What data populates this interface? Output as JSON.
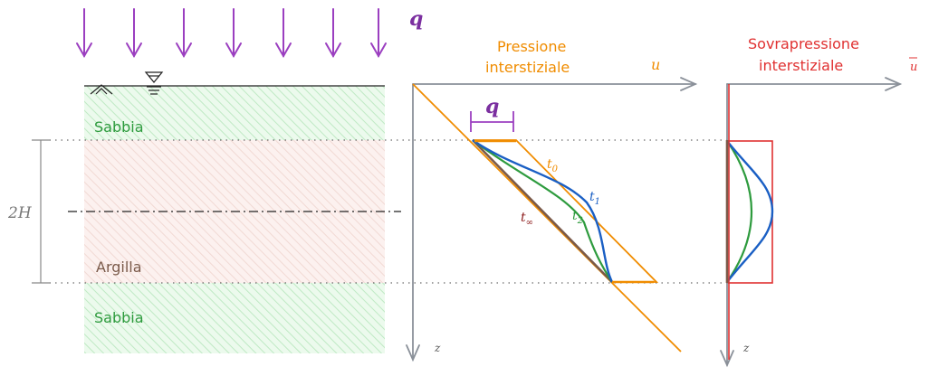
{
  "labels": {
    "load_q": "q",
    "sand_top": "Sabbia",
    "clay": "Argilla",
    "sand_bottom": "Sabbia",
    "thickness": "2H",
    "pore_pressure_title_line1": "Pressione",
    "pore_pressure_title_line2": "interstiziale",
    "u_axis": "u",
    "z_axis_left": "z",
    "bracket_q": "q",
    "t0": "t",
    "t0_sub": "0",
    "t1": "t",
    "t1_sub": "1",
    "t2": "t",
    "t2_sub": "2",
    "tinf": "t",
    "tinf_sub": "∞",
    "excess_title_line1": "Sovrapressione",
    "excess_title_line2": "interstiziale",
    "ubar_axis": "u",
    "z_axis_right": "z"
  },
  "colors": {
    "load_arrow": "#9b3fc0",
    "sand_text": "#2e9b3e",
    "sand_fill": "#c9f0cc",
    "clay_text": "#7a5a4a",
    "clay_fill": "#f2d6d0",
    "axis": "#8a9099",
    "hydrostatic": "#f08c00",
    "t1_curve": "#1a5fc4",
    "t2_curve": "#2e9b3e",
    "tinf_line": "#7a5a4a",
    "excess_box": "#e03131",
    "thickness_label": "#777777"
  }
}
